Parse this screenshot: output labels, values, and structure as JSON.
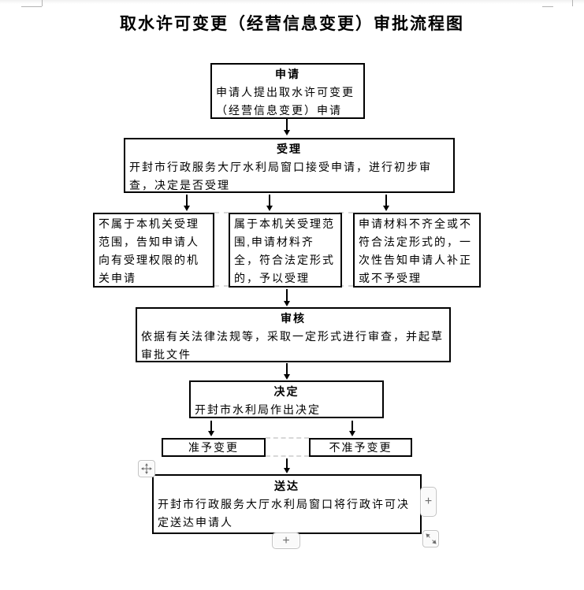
{
  "page": {
    "title": "取水许可变更（经营信息变更）审批流程图"
  },
  "flowchart": {
    "nodes": {
      "apply": {
        "heading": "申请",
        "body": "申请人提出取水许可变更（经营信息变更）申请"
      },
      "accept": {
        "heading": "受理",
        "body": "开封市行政服务大厅水利局窗口接受申请，进行初步审查，决定是否受理"
      },
      "branch_left": {
        "body": "不属于本机关受理范围，告知申请人向有受理权限的机关申请"
      },
      "branch_middle": {
        "body": "属于本机关受理范围,申请材料齐全，符合法定形式的，予以受理"
      },
      "branch_right": {
        "body": "申请材料不齐全或不符合法定形式的，一次性告知申请人补正或不予受理"
      },
      "review": {
        "heading": "审核",
        "body": "依据有关法律法规等，采取一定形式进行审查，并起草审批文件"
      },
      "decision": {
        "heading": "决定",
        "body": "开封市水利局作出决定"
      },
      "approve": {
        "label": "准予变更"
      },
      "deny": {
        "label": "不准予变更"
      },
      "deliver": {
        "heading": "送达",
        "body": "开封市行政服务大厅水利局窗口将行政许可决定送达申请人"
      }
    }
  },
  "controls": {
    "move_handle_icon": "move-icon",
    "plus_side_label": "+",
    "plus_bottom_label": "+",
    "resize_icon": "resize-diagonal-icon"
  },
  "colors": {
    "box_border": "#000000",
    "arrow": "#000000",
    "dash_guide": "#d8d8d8",
    "corner_mark": "#b3b3b3",
    "control_border": "#c3c3c3",
    "control_bg": "#fafafa",
    "control_glyph": "#6e6e6e"
  }
}
